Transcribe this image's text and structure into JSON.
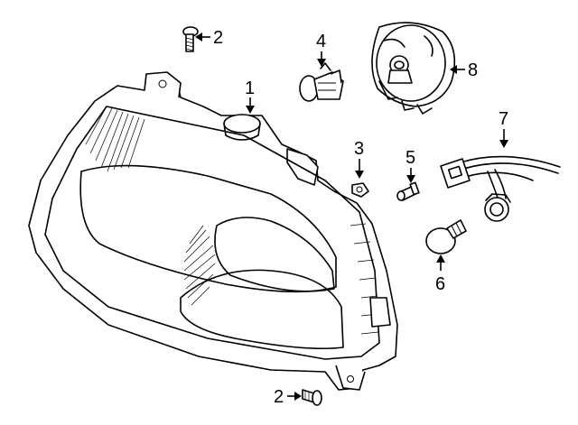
{
  "callouts": {
    "c1": "1",
    "c2_top": "2",
    "c2_bottom": "2",
    "c3": "3",
    "c4": "4",
    "c5": "5",
    "c6": "6",
    "c7": "7",
    "c8": "8"
  }
}
